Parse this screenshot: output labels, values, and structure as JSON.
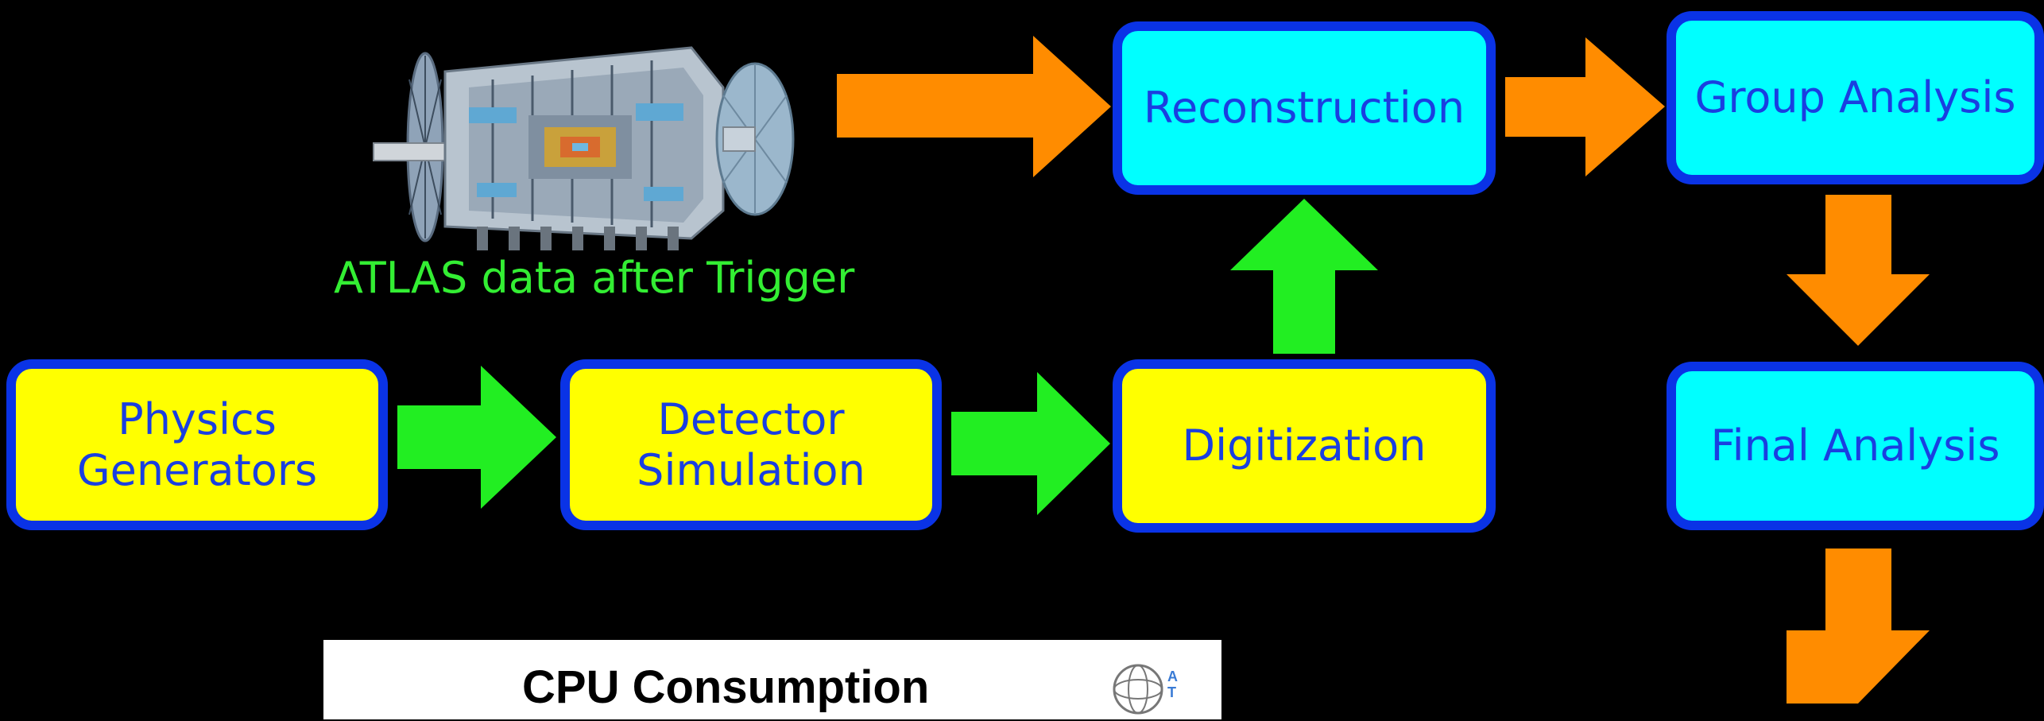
{
  "diagram": {
    "nodes": {
      "reconstruction": "Reconstruction",
      "group_analysis": "Group Analysis",
      "final_analysis": "Final Analysis",
      "physics_generators": [
        "Physics",
        "Generators"
      ],
      "detector_simulation": [
        "Detector",
        "Simulation"
      ],
      "digitization": "Digitization"
    },
    "atlas_caption": "ATLAS data after Trigger",
    "cpu_title": "CPU Consumption",
    "logo_letters": "AT",
    "colors": {
      "reco_path_box": "#00ffff",
      "sim_path_box": "#ffff00",
      "box_border": "#0a33e6",
      "box_text": "#1a3fe0",
      "orange_arrow": "#ff8c00",
      "green_arrow": "#22ee22",
      "caption_text": "#33ee33"
    },
    "edges": [
      {
        "from": "ATLAS detector",
        "to": "Reconstruction",
        "color": "orange"
      },
      {
        "from": "Reconstruction",
        "to": "Group Analysis",
        "color": "orange"
      },
      {
        "from": "Group Analysis",
        "to": "Final Analysis",
        "color": "orange"
      },
      {
        "from": "Final Analysis",
        "to": "",
        "color": "orange"
      },
      {
        "from": "Physics Generators",
        "to": "Detector Simulation",
        "color": "green"
      },
      {
        "from": "Detector Simulation",
        "to": "Digitization",
        "color": "green"
      },
      {
        "from": "Digitization",
        "to": "Reconstruction",
        "color": "green"
      }
    ]
  }
}
